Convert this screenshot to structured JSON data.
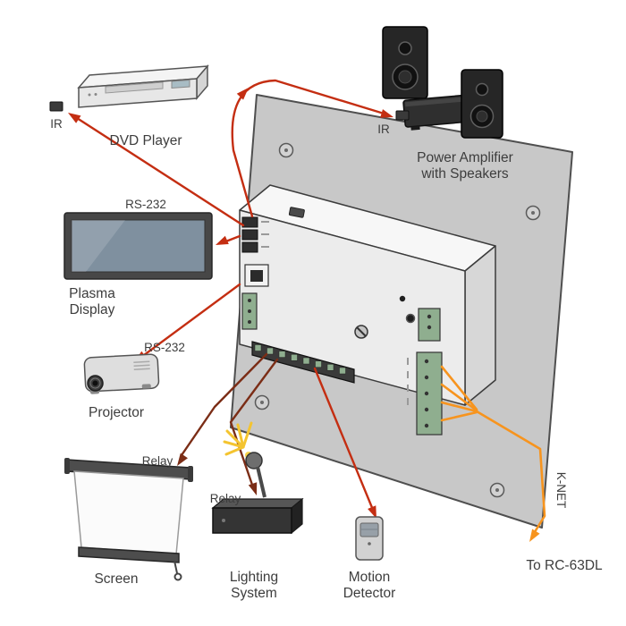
{
  "colors": {
    "line_red": "#c42e12",
    "line_dark": "#7b2d16",
    "line_orange": "#f7941e",
    "plate": "#c8c8c8",
    "device_front": "#ececec",
    "device_top": "#f7f7f7",
    "device_side": "#d7d7d7",
    "terminal_green": "#8fae8f",
    "label": "#3d3d3d"
  },
  "labels": {
    "dvd_player": "DVD Player",
    "dvd_ir": "IR",
    "amp_ir": "IR",
    "power_amp_1": "Power Amplifier",
    "power_amp_2": "with Speakers",
    "plasma_rs232": "RS-232",
    "plasma_1": "Plasma",
    "plasma_2": "Display",
    "projector_rs232": "RS-232",
    "projector": "Projector",
    "screen_relay": "Relay",
    "screen": "Screen",
    "lighting_relay": "Relay",
    "lighting_1": "Lighting",
    "lighting_2": "System",
    "motion_1": "Motion",
    "motion_2": "Detector",
    "knet_bus": "K-NET",
    "knet_destination": "To RC-63DL"
  },
  "connections": [
    {
      "from": "wall controller",
      "to": "DVD Player",
      "type": "IR"
    },
    {
      "from": "wall controller",
      "to": "Power Amplifier with Speakers",
      "type": "IR"
    },
    {
      "from": "wall controller",
      "to": "Plasma Display",
      "type": "RS-232"
    },
    {
      "from": "wall controller",
      "to": "Projector",
      "type": "RS-232"
    },
    {
      "from": "wall controller",
      "to": "Screen",
      "type": "Relay"
    },
    {
      "from": "wall controller",
      "to": "Lighting System",
      "type": "Relay"
    },
    {
      "from": "Motion Detector",
      "to": "wall controller",
      "type": "sensor input"
    },
    {
      "from": "wall controller",
      "to": "RC-63DL",
      "type": "K-NET"
    }
  ]
}
